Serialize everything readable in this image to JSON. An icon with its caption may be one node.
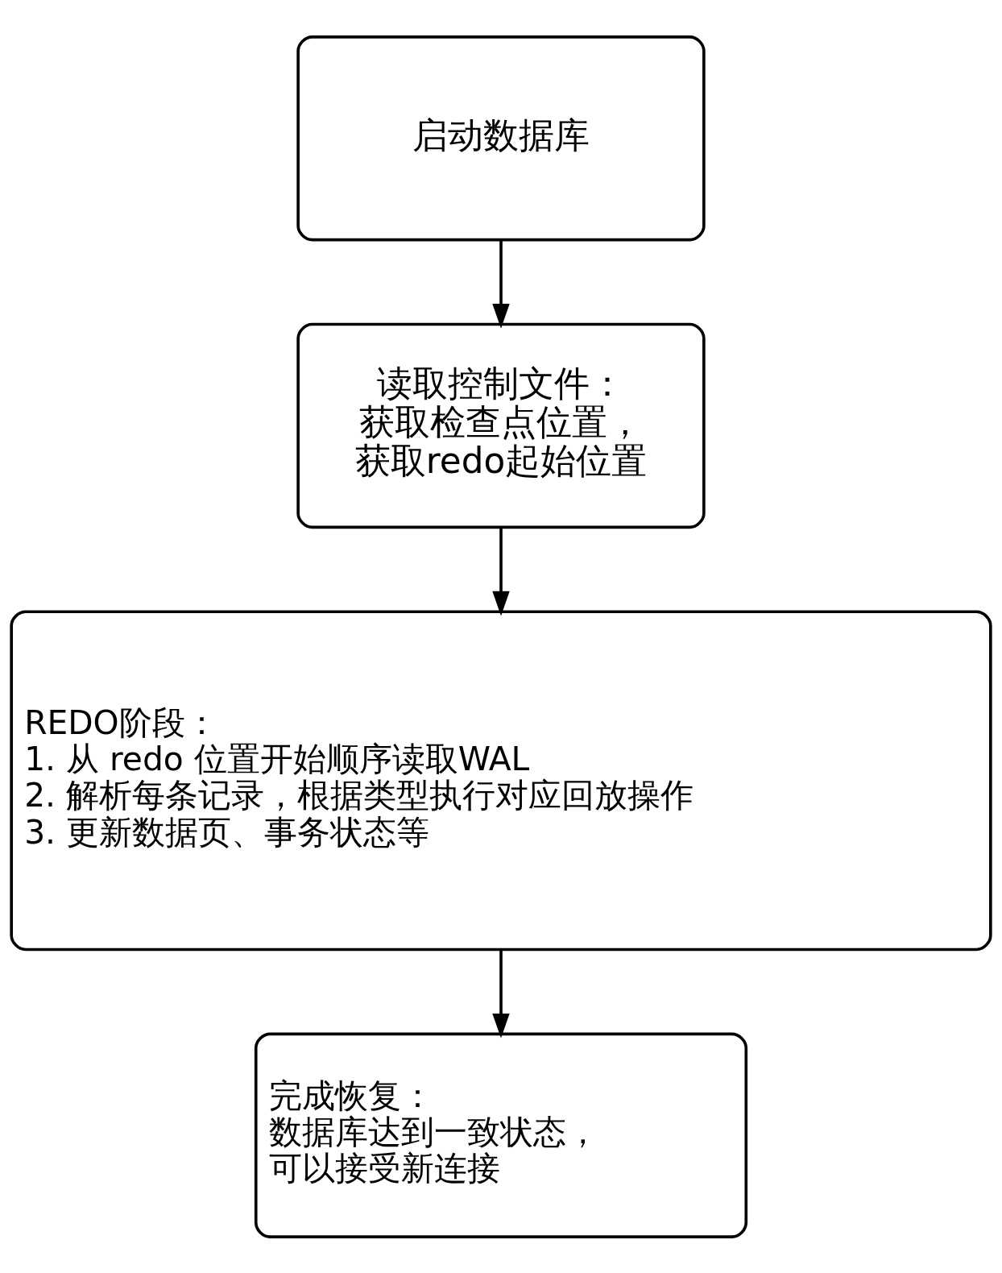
{
  "diagram": {
    "nodes": [
      {
        "text": [
          "启动数据库"
        ]
      },
      {
        "text": [
          "读取控制文件：",
          "获取检查点位置，",
          "获取redo起始位置"
        ]
      },
      {
        "text": [
          "REDO阶段：",
          "1. 从 redo 位置开始顺序读取WAL",
          "2. 解析每条记录，根据类型执行对应回放操作",
          "3. 更新数据页、事务状态等"
        ]
      },
      {
        "text": [
          "完成恢复：",
          "数据库达到一致状态，",
          "可以接受新连接"
        ]
      }
    ],
    "edges": [
      {
        "from": 0,
        "to": 1,
        "arrow": "to"
      },
      {
        "from": 1,
        "to": 2,
        "arrow": "to"
      },
      {
        "from": 2,
        "to": 3,
        "arrow": "to"
      }
    ]
  }
}
